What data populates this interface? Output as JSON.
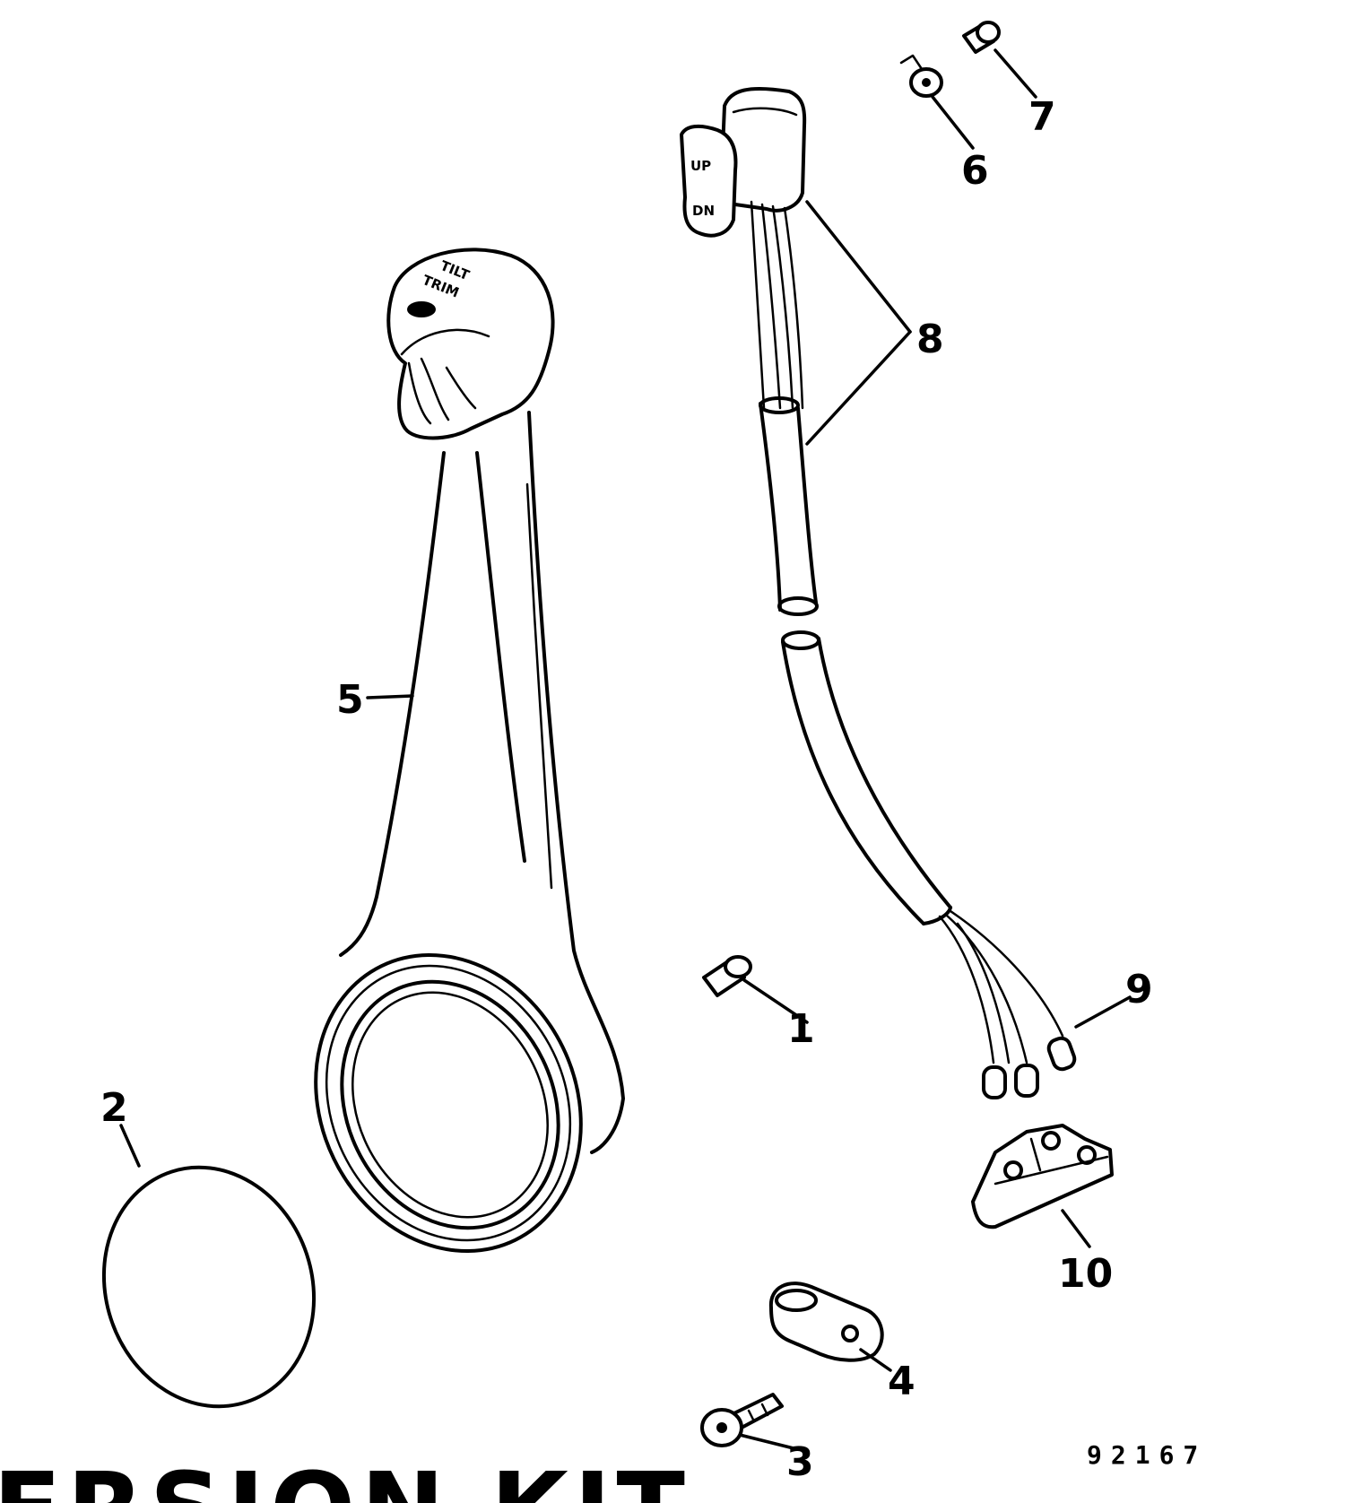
{
  "diagram": {
    "callouts": {
      "c1": "1",
      "c2": "2",
      "c3": "3",
      "c4": "4",
      "c5": "5",
      "c6": "6",
      "c7": "7",
      "c8": "8",
      "c9": "9",
      "c10": "10"
    },
    "knob_labels": {
      "tilt": "TILT",
      "trim": "TRIM"
    },
    "switch_labels": {
      "up": "UP",
      "dn": "DN"
    },
    "drawing_number": "92167",
    "partial_title": "ERSION KIT"
  }
}
